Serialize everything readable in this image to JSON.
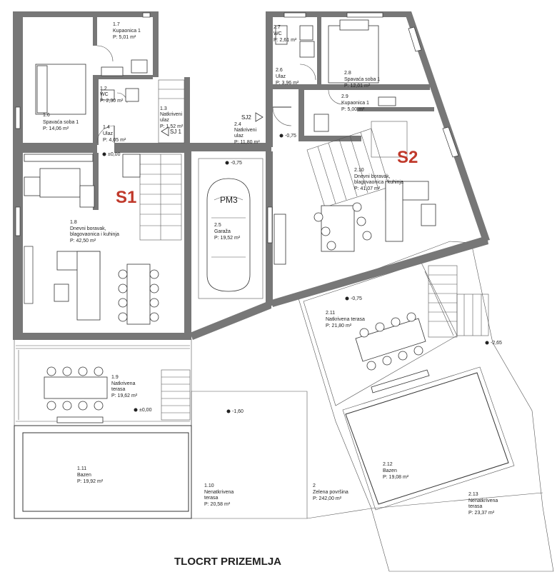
{
  "title": "TLOCRT PRIZEMLJA",
  "units": {
    "S1": "S1",
    "S2": "S2",
    "garage_mark": "PM3"
  },
  "doors": {
    "sj1": "SJ 1",
    "sj2": "SJ2"
  },
  "levels": {
    "s1_living": "±0,00",
    "garage": "-0,75",
    "s2_entry": "-0,75",
    "s2_terrace": "-0,75",
    "s1_terrace": "±0,00",
    "yard": "-1,60",
    "pool_edge": "-2,65"
  },
  "rooms": {
    "r1_7": {
      "num": "1.7",
      "name": "Kupaonica 1",
      "area": "P: 5,01 m²"
    },
    "r1_6": {
      "num": "1.6",
      "name": "Spavaća soba 1",
      "area": "P: 14,06 m²"
    },
    "r1_2": {
      "num": "1.2",
      "name": "WC",
      "area": "P: 2,30 m²"
    },
    "r1_3": {
      "num": "1.3",
      "name1": "Natkriveni",
      "name2": "ulaz",
      "area": "P: 1,52 m²"
    },
    "r1_4": {
      "num": "1.4",
      "name": "Ulaz",
      "area": "P: 4,05 m²"
    },
    "r1_8": {
      "num": "1.8",
      "name1": "Dnevni boravak,",
      "name2": "blagovaonica i kuhinja",
      "area": "P: 42,50 m²"
    },
    "r1_9": {
      "num": "1.9",
      "name1": "Natkrivena",
      "name2": "terasa",
      "area": "P: 19,62 m²"
    },
    "r1_10": {
      "num": "1.10",
      "name1": "Nenatkrivena",
      "name2": "terasa",
      "area": "P: 20,58 m²"
    },
    "r1_11": {
      "num": "1.11",
      "name": "Bazen",
      "area": "P: 19,92 m²"
    },
    "r2_5": {
      "num": "2.5",
      "name": "Garaža",
      "area": "P: 19,52 m²"
    },
    "r2_4": {
      "num": "2.4",
      "name1": "Natkriveni",
      "name2": "ulaz",
      "area": "P: 11,80 m²"
    },
    "r2_7": {
      "num": "2.7",
      "name": "WC",
      "area": "P: 2,61 m²"
    },
    "r2_6": {
      "num": "2.6",
      "name": "Ulaz",
      "area": "P: 3,96 m²"
    },
    "r2_8": {
      "num": "2.8",
      "name": "Spavaća soba 1",
      "area": "P: 12,01 m²"
    },
    "r2_9": {
      "num": "2.9",
      "name": "Kupaonica 1",
      "area": "P: 5,00 m²"
    },
    "r2_10": {
      "num": "2.10",
      "name1": "Dnevni boravak,",
      "name2": "blagovaonica i kuhinja",
      "area": "P: 41,07 m²"
    },
    "r2_11": {
      "num": "2.11",
      "name": "Natkrivena terasa",
      "area": "P: 21,80 m²"
    },
    "r2_12": {
      "num": "2.12",
      "name": "Bazen",
      "area": "P: 19,08 m²"
    },
    "r2_13": {
      "num": "2.13",
      "name1": "Nenatkrivena",
      "name2": "terasa",
      "area": "P: 23,37 m²"
    },
    "r2": {
      "num": "2",
      "name": "Zelena površina",
      "area": "P: 242,00 m²"
    }
  }
}
